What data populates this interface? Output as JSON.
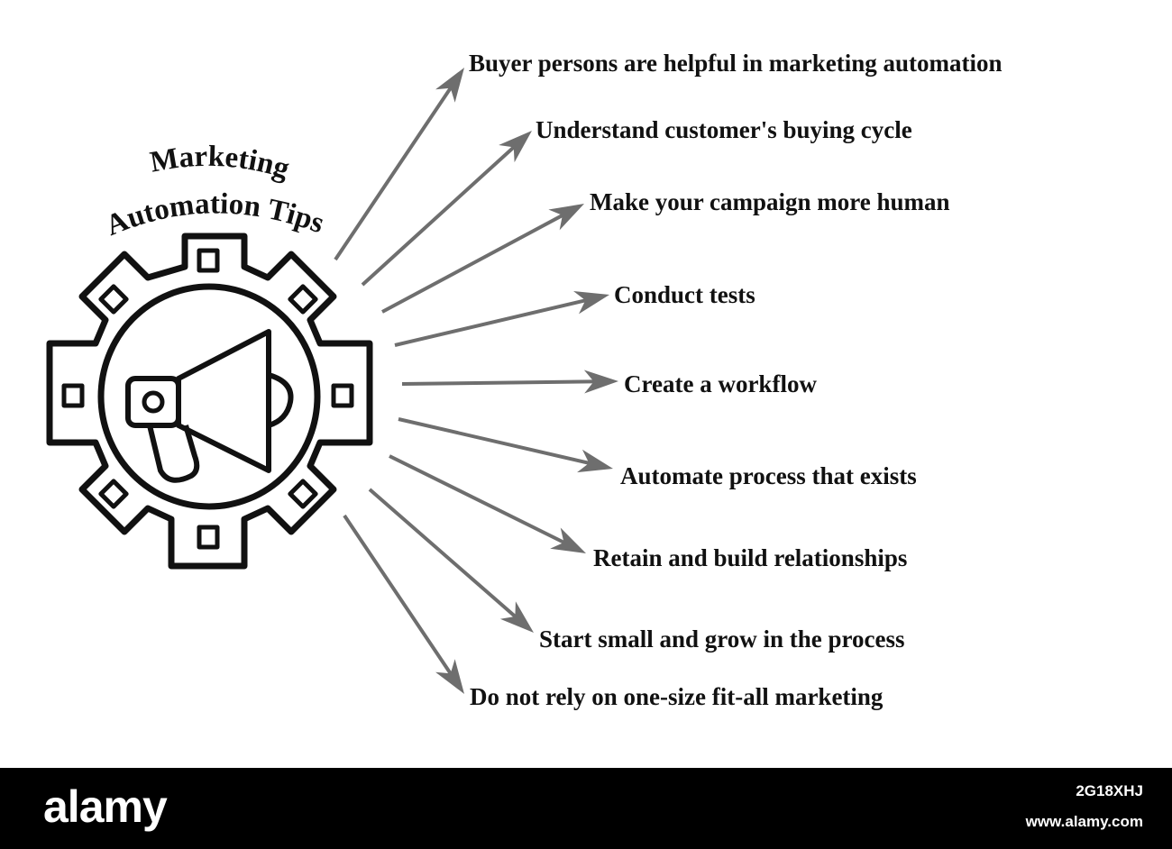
{
  "diagram": {
    "title_line1": "Marketing",
    "title_line2": "Automation Tips",
    "icon": "megaphone-gear-icon",
    "arrow_color": "#6e6e6e",
    "tips": [
      "Buyer persons are helpful in marketing automation",
      "Understand customer's buying cycle",
      "Make your campaign more human",
      "Conduct tests",
      "Create a workflow",
      "Automate process that exists",
      "Retain and build relationships",
      "Start small and grow in the process",
      "Do not rely on one-size fit-all marketing"
    ]
  },
  "footer": {
    "logo": "alamy",
    "image_id": "2G18XHJ",
    "site": "www.alamy.com"
  }
}
